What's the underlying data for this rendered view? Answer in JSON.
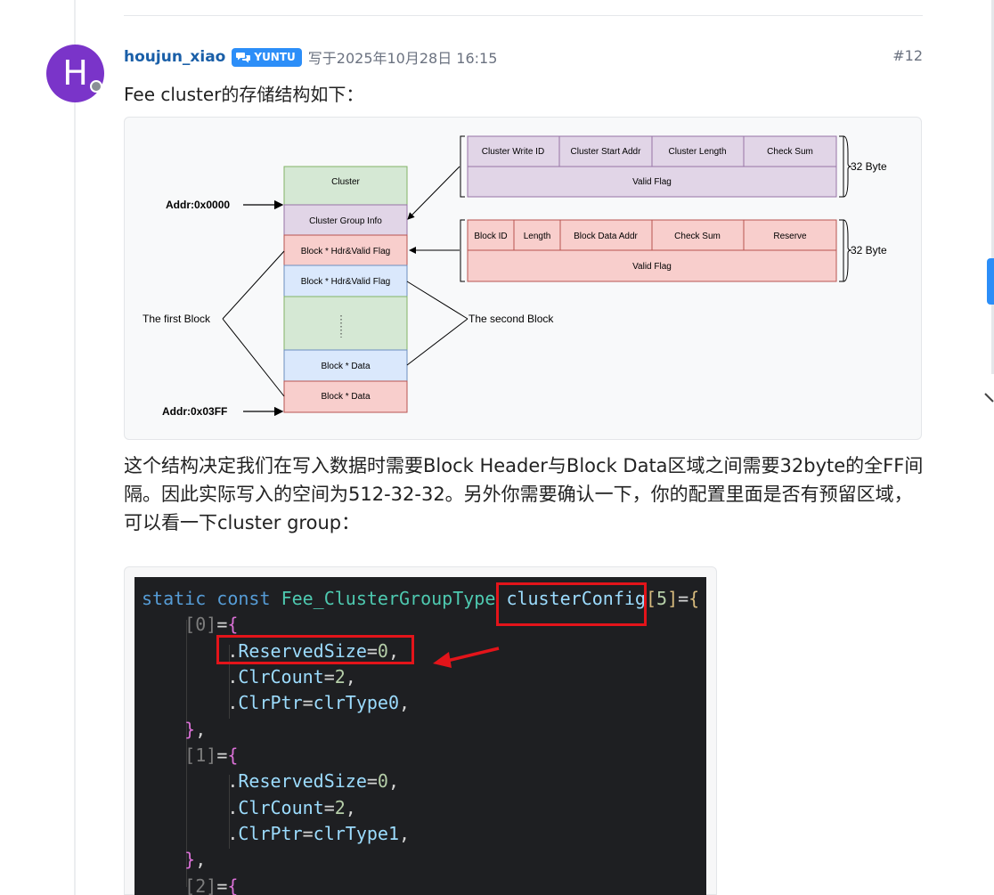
{
  "post": {
    "avatar_letter": "H",
    "username": "houjun_xiao",
    "badge": "YUNTU",
    "date": "写于2025年10月28日 16:15",
    "number": "#12",
    "intro": "Fee cluster的存储结构如下：",
    "body": "这个结构决定我们在写入数据时需要Block Header与Block Data区域之间需要32byte的全FF间隔。因此实际写入的空间为512-32-32。另外你需要确认一下，你的配置里面是否有预留区域，可以看一下cluster group："
  },
  "diagram": {
    "stack": [
      "Cluster",
      "Cluster Group Info",
      "Block * Hdr&Valid Flag",
      "Block * Hdr&Valid Flag",
      "⋮",
      "Block * Data",
      "Block * Data"
    ],
    "addr_start": "Addr:0x0000",
    "addr_end": "Addr:0x03FF",
    "first_block": "The first Block",
    "second_block": "The second Block",
    "cluster_header": {
      "fields": [
        "Cluster Write ID",
        "Cluster Start Addr",
        "Cluster Length",
        "Check Sum"
      ],
      "flag": "Valid Flag",
      "size": "32 Byte"
    },
    "block_header": {
      "fields": [
        "Block ID",
        "Length",
        "Block Data Addr",
        "Check Sum",
        "Reserve"
      ],
      "flag": "Valid Flag",
      "size": "32 Byte"
    }
  },
  "code": {
    "l1_kw1": "static",
    "l1_kw2": "const",
    "l1_type": "Fee_ClusterGroupType",
    "l1_var": "clusterConfig",
    "l1_n": "5",
    "idx0": "0",
    "idx1": "1",
    "idx2": "2",
    "f_reserved": "ReservedSize",
    "f_clrcount": "ClrCount",
    "f_clrptr": "ClrPtr",
    "v_zero": "0",
    "v_two": "2",
    "v_type0": "clrType0",
    "v_type1": "clrType1"
  },
  "colors": {
    "accent": "#2c8ef8",
    "username": "#1a5fa8",
    "avatar": "#7a34c9",
    "highlight": "#e3141a"
  }
}
